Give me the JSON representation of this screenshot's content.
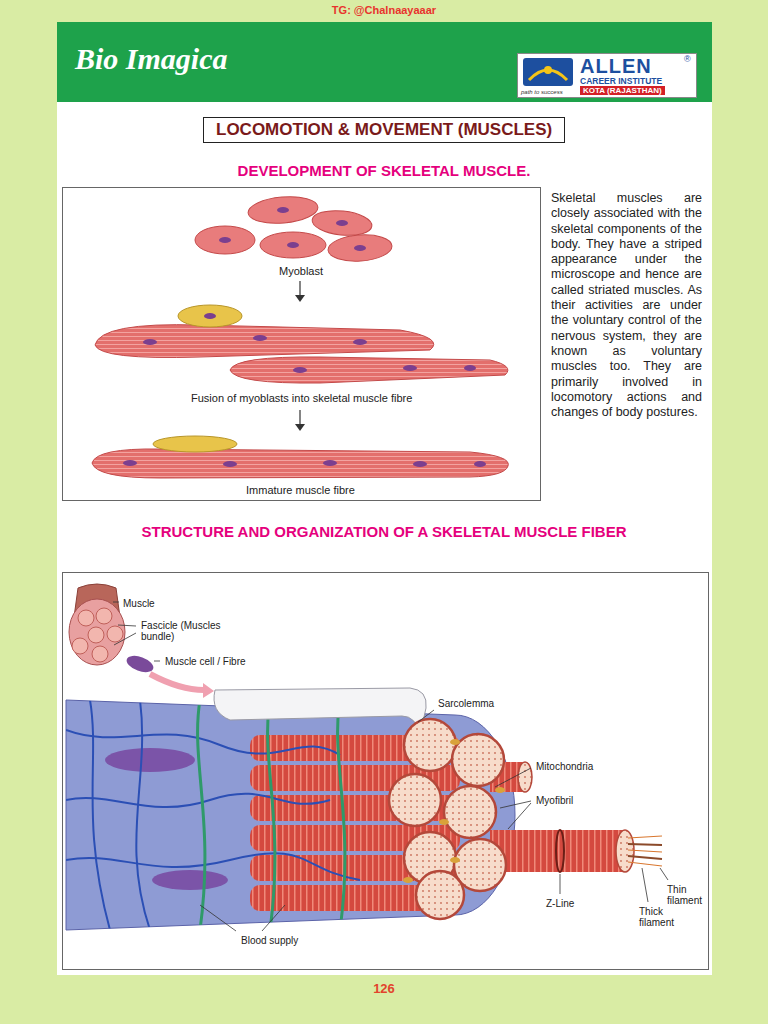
{
  "diagram": {
    "nodes": [
      {
        "text": [
          "Bio Imagica"
        ]
      },
      {
        "text": [
          "ALLEN",
          "®",
          "CAREER INSTITUTE",
          "KOTA (RAJASTHAN)",
          "path to success"
        ],
        "in": 0
      },
      {
        "text": [
          "LOCOMOTION & MOVEMENT (MUSCLES)"
        ]
      },
      {
        "text": [
          "Myoblast",
          "Fusion of myoblasts into skeletal muscle fibre",
          "Immature muscle fibre"
        ]
      },
      {
        "text": [
          "Muscle",
          "Fascicle (Muscles bundle)",
          "Muscle cell / Fibre",
          "Sarcolemma",
          "Mitochondria",
          "Myofibril",
          "Z-Line",
          "Thin filament",
          "Thick filament",
          "Blood supply"
        ]
      }
    ],
    "labels": [
      "TG: @Chalnaayaaar",
      "DEVELOPMENT OF SKELETAL MUSCLE.",
      "Skeletal muscles are closely associated with the skeletal components of the body. They have a striped appearance under the microscope and hence are called striated muscles. As their activities are under the voluntary control of the nervous system, they are known as voluntary muscles too. They are primarily involved in locomotory actions and changes of body postures.",
      "STRUCTURE AND ORGANIZATION OF A SKELETAL MUSCLE FIBER",
      "126"
    ]
  }
}
